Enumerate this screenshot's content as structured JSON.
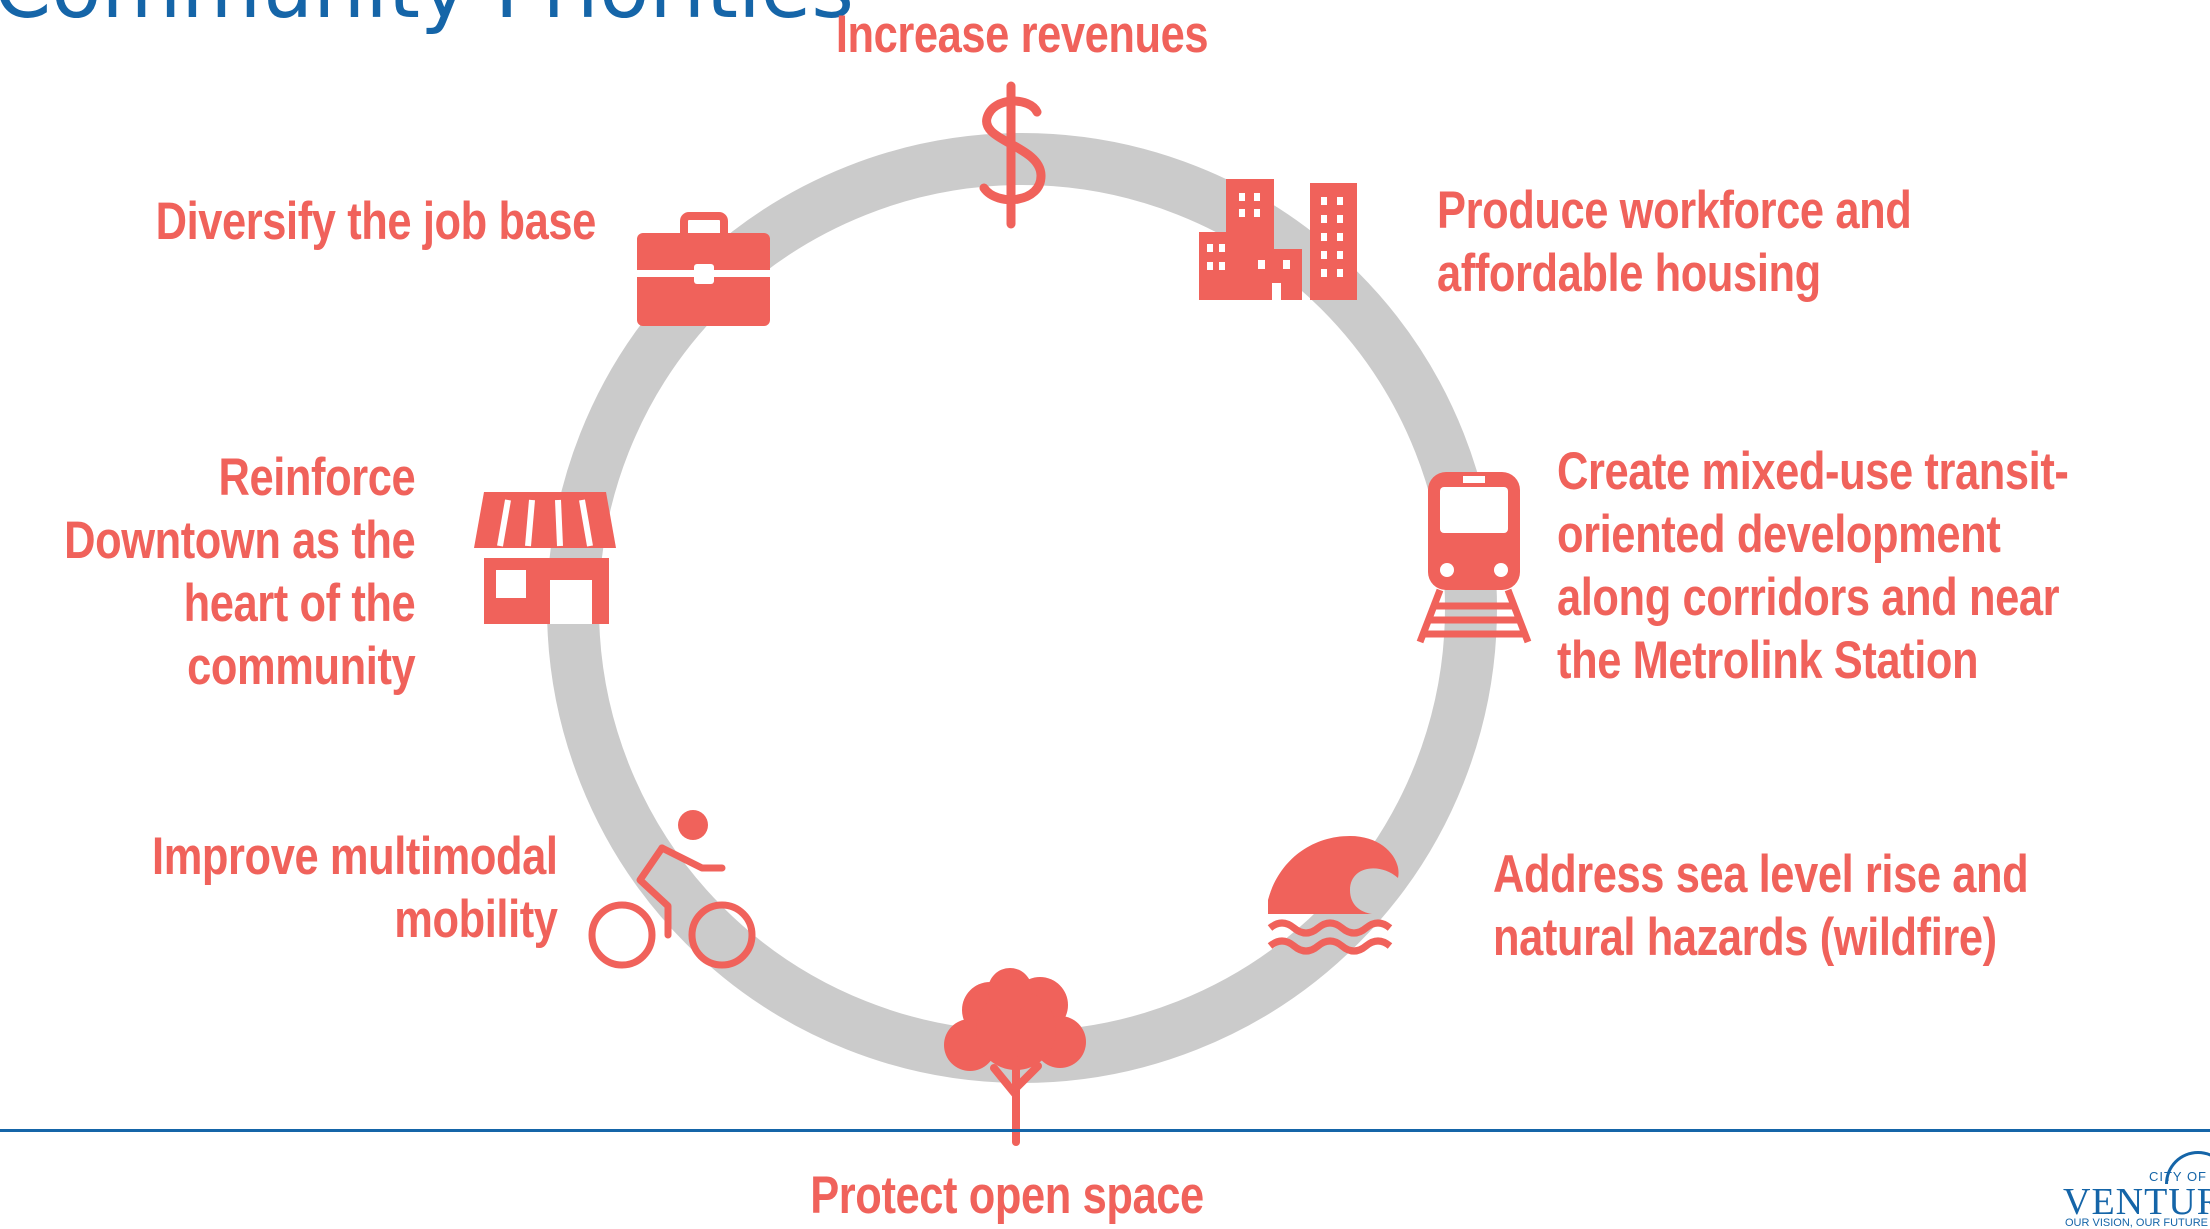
{
  "slide": {
    "title": "Community Priorities"
  },
  "priorities": {
    "revenues": {
      "label": "Increase revenues",
      "icon": "dollar-icon"
    },
    "housing": {
      "lines": [
        "Produce workforce and",
        "affordable housing"
      ],
      "icon": "buildings-icon"
    },
    "transit": {
      "lines": [
        "Create mixed-use transit-",
        "oriented development",
        "along corridors and near",
        "the Metrolink Station"
      ],
      "icon": "train-icon"
    },
    "sealevel": {
      "lines": [
        "Address sea level rise and",
        "natural hazards (wildfire)"
      ],
      "icon": "wave-icon"
    },
    "openspace": {
      "label": "Protect open space",
      "icon": "tree-icon"
    },
    "mobility": {
      "lines": [
        "Improve multimodal",
        "mobility"
      ],
      "icon": "bicycle-icon"
    },
    "downtown": {
      "lines": [
        "Reinforce",
        "Downtown as the",
        "heart of the",
        "community"
      ],
      "icon": "storefront-icon"
    },
    "jobs": {
      "label": "Diversify the job base",
      "icon": "briefcase-icon"
    }
  },
  "colors": {
    "accent": "#f0625b",
    "ring": "#cbcbcb",
    "brand": "#1565a8"
  },
  "logo": {
    "small": "CITY OF",
    "name": "VENTURA",
    "tagline": "OUR VISION, OUR FUTURE"
  }
}
